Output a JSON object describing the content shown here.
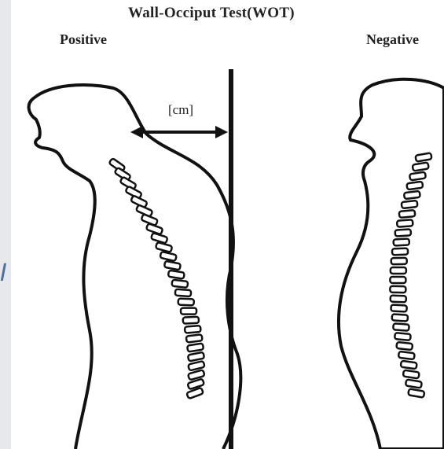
{
  "diagram": {
    "title": "Wall-Occiput Test(WOT)",
    "left_label": "Positive",
    "right_label": "Negative",
    "measurement_label": "[cm]",
    "side_text": "I"
  },
  "colors": {
    "background": "#e6e8ec",
    "figure": "#ffffff",
    "stroke": "#111111",
    "side_text": "#4a6fa5"
  }
}
